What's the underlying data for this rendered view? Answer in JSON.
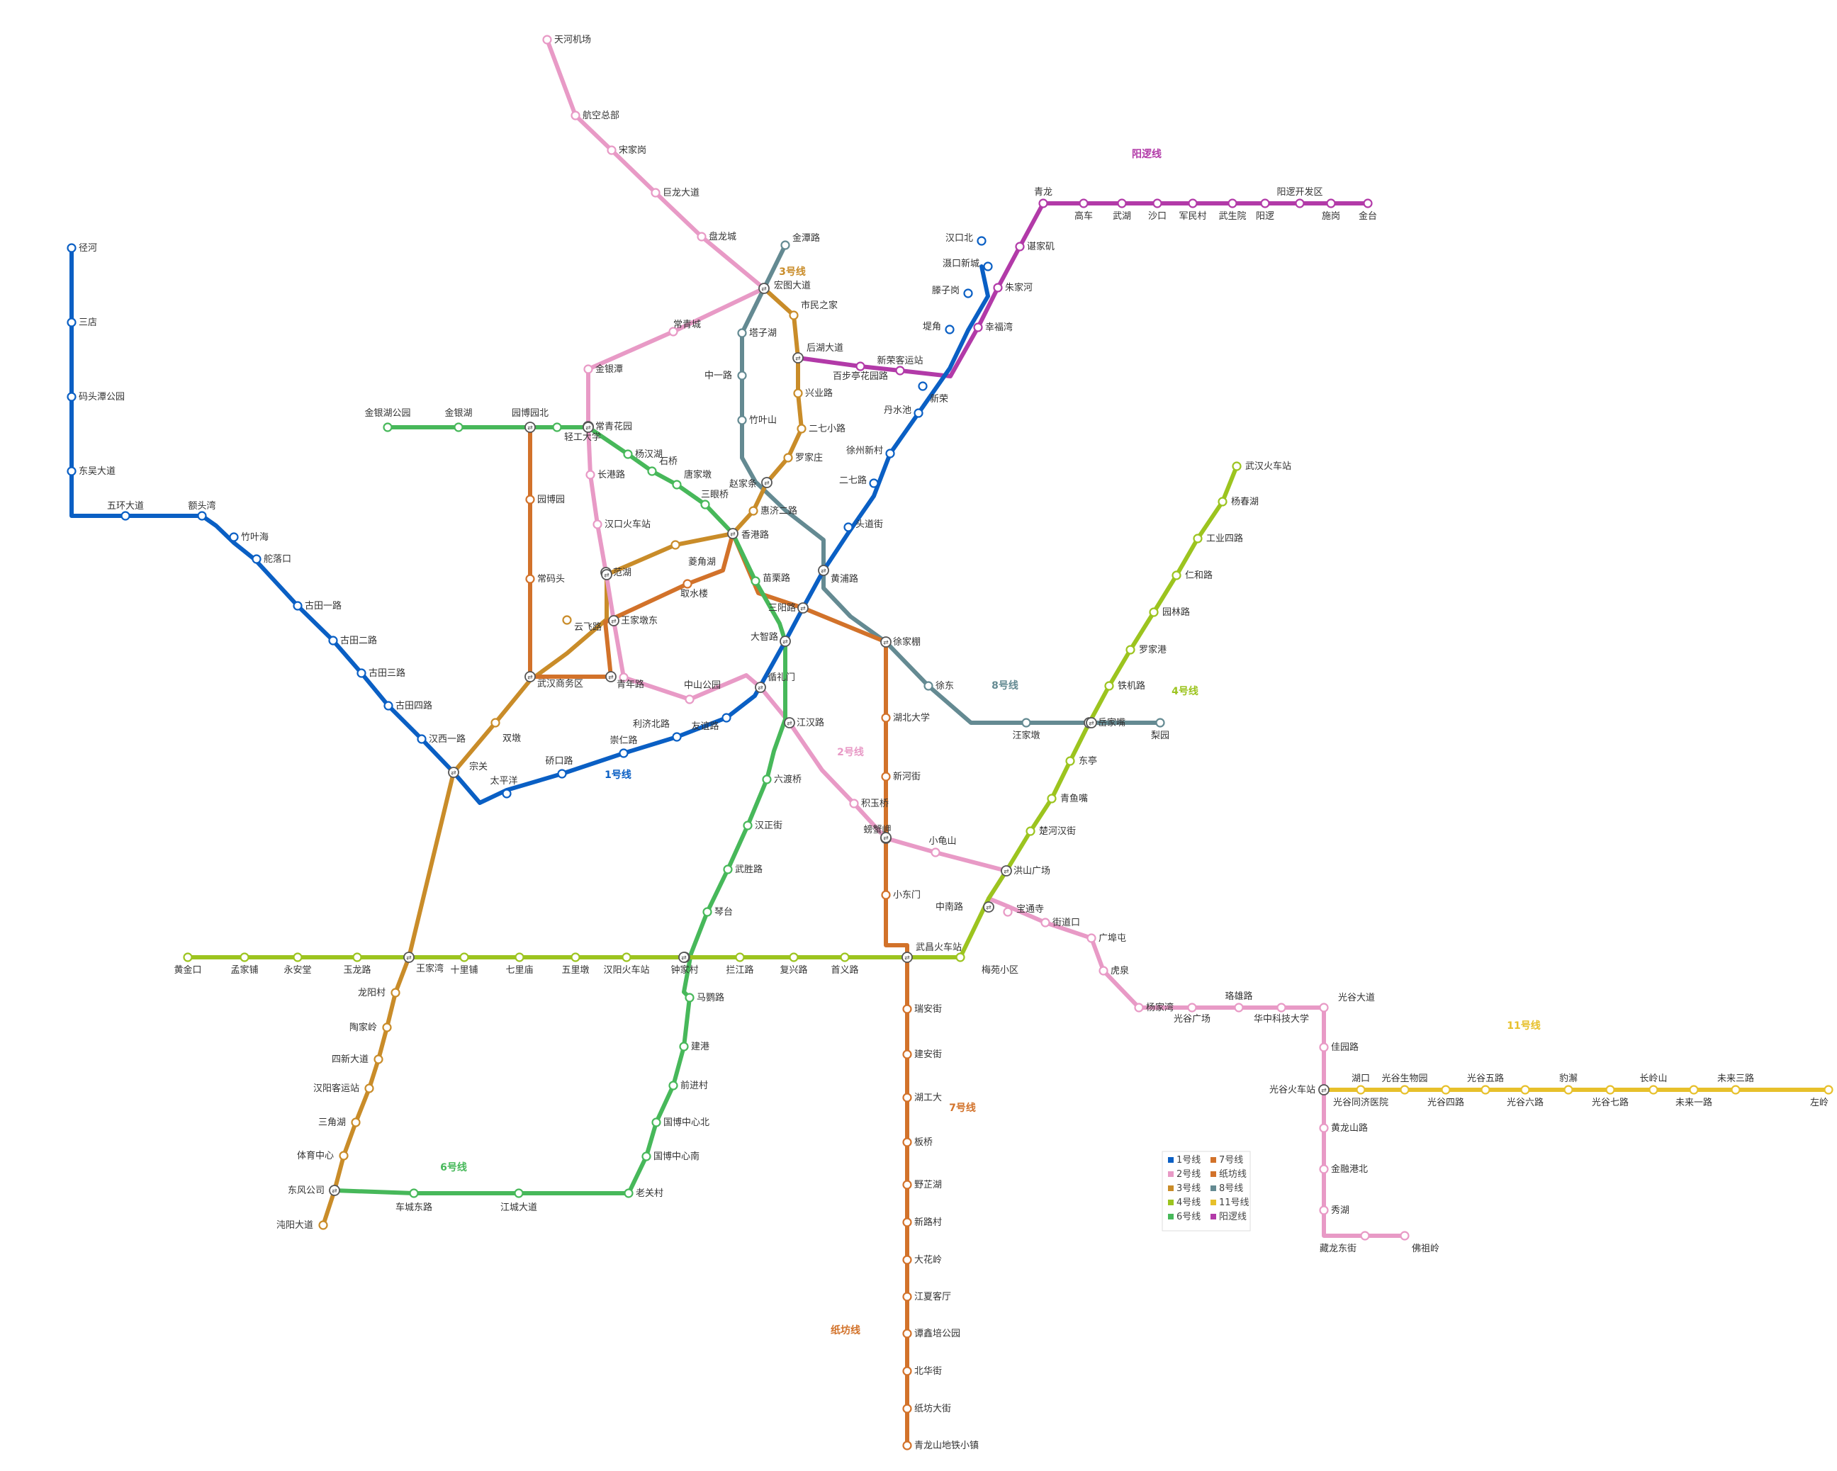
{
  "title": "",
  "colors": {
    "line1": "#0a5fc4",
    "line2": "#e89ac6",
    "line3": "#c98c29",
    "line4": "#9cc41f",
    "line6": "#47b85a",
    "line7": "#d2722a",
    "line8": "#648a92",
    "line11": "#e7c02b",
    "zhifang": "#d2722a",
    "yangluo": "#b23aa8",
    "station_fill": "#ffffff"
  },
  "icons": {
    "interchange": "interchange-icon",
    "station": "station-icon"
  },
  "legend": [
    {
      "id": "line1",
      "label": "1号线"
    },
    {
      "id": "line7",
      "label": "7号线"
    },
    {
      "id": "line2",
      "label": "2号线"
    },
    {
      "id": "zhifang",
      "label": "纸坊线"
    },
    {
      "id": "line3",
      "label": "3号线"
    },
    {
      "id": "line8",
      "label": "8号线"
    },
    {
      "id": "line4",
      "label": "4号线"
    },
    {
      "id": "line11",
      "label": "11号线"
    },
    {
      "id": "line6",
      "label": "6号线"
    },
    {
      "id": "yangluo",
      "label": "阳逻线"
    }
  ],
  "lines": [
    {
      "id": "line1",
      "name": "1号线"
    },
    {
      "id": "line2",
      "name": "2号线"
    },
    {
      "id": "line3",
      "name": "3号线"
    },
    {
      "id": "line4",
      "name": "4号线"
    },
    {
      "id": "line6",
      "name": "6号线"
    },
    {
      "id": "line7",
      "name": "7号线"
    },
    {
      "id": "line8",
      "name": "8号线"
    },
    {
      "id": "line11",
      "name": "11号线"
    },
    {
      "id": "zhifang",
      "name": "纸坊线"
    },
    {
      "id": "yangluo",
      "name": "阳逻线"
    }
  ],
  "stations": {
    "line1": [
      "径河",
      "三店",
      "码头潭公园",
      "东吴大道",
      "五环大道",
      "额头湾",
      "竹叶海",
      "舵落口",
      "古田一路",
      "古田二路",
      "古田三路",
      "古田四路",
      "汉西一路",
      "宗关",
      "太平洋",
      "硚口路",
      "崇仁路",
      "利济北路",
      "友谊路",
      "循礼门",
      "大智路",
      "三阳路",
      "黄浦路",
      "头道街",
      "二七路",
      "徐州新村",
      "丹水池",
      "新荣",
      "堤角",
      "滕子岗",
      "滠口新城",
      "汉口北"
    ],
    "line2": [
      "天河机场",
      "航空总部",
      "宋家岗",
      "巨龙大道",
      "盘龙城",
      "宏图大道",
      "常青城",
      "金银潭",
      "常青花园",
      "长港路",
      "汉口火车站",
      "范湖",
      "王家墩东",
      "青年路",
      "中山公园",
      "循礼门",
      "江汉路",
      "积玉桥",
      "螃蟹岬",
      "小龟山",
      "洪山广场",
      "中南路",
      "宝通寺",
      "街道口",
      "广埠屯",
      "虎泉",
      "杨家湾",
      "光谷广场",
      "珞雄路",
      "华中科技大学",
      "光谷大道",
      "佳园路",
      "光谷火车站",
      "黄龙山路",
      "金融港北",
      "秀湖",
      "藏龙东街",
      "佛祖岭"
    ],
    "line3": [
      "宏图大道",
      "市民之家",
      "后湖大道",
      "兴业路",
      "二七小路",
      "罗家庄",
      "赵家条",
      "惠济二路",
      "香港路",
      "菱角湖",
      "范湖",
      "云飞路",
      "武汉商务区",
      "双墩",
      "宗关",
      "王家湾",
      "龙阳村",
      "陶家岭",
      "四新大道",
      "汉阳客运站",
      "三角湖",
      "体育中心",
      "东风公司",
      "沌阳大道"
    ],
    "line4": [
      "武汉火车站",
      "杨春湖",
      "工业四路",
      "仁和路",
      "园林路",
      "罗家港",
      "铁机路",
      "岳家嘴",
      "东亭",
      "青鱼嘴",
      "楚河汉街",
      "洪山广场",
      "中南路",
      "梅苑小区",
      "武昌火车站",
      "首义路",
      "复兴路",
      "拦江路",
      "钟家村",
      "汉阳火车站",
      "五里墩",
      "七里庙",
      "十里铺",
      "王家湾",
      "玉龙路",
      "永安堂",
      "孟家铺",
      "黄金口"
    ],
    "line6": [
      "金银湖公园",
      "金银湖",
      "园博园北",
      "轻工大学",
      "常青花园",
      "杨汉湖",
      "石桥",
      "唐家墩",
      "三眼桥",
      "香港路",
      "苗栗路",
      "大智路",
      "江汉路",
      "六渡桥",
      "汉正街",
      "武胜路",
      "琴台",
      "钟家村",
      "马鹦路",
      "建港",
      "前进村",
      "国博中心北",
      "国博中心南",
      "老关村",
      "江城大道",
      "车城东路",
      "东风公司"
    ],
    "line7": [
      "园博园北",
      "园博园",
      "常码头",
      "武汉商务区",
      "王家墩东",
      "取水楼",
      "香港路",
      "三阳路",
      "徐家棚",
      "湖北大学",
      "新河街",
      "螃蟹岬",
      "小东门",
      "武昌火车站"
    ],
    "zhifang": [
      "武昌火车站",
      "瑞安街",
      "建安街",
      "湖工大",
      "板桥",
      "野芷湖",
      "新路村",
      "大花岭",
      "江夏客厅",
      "谭鑫培公园",
      "北华街",
      "纸坊大街",
      "青龙山地铁小镇"
    ],
    "line8": [
      "金潭路",
      "塔子湖",
      "中一路",
      "竹叶山",
      "赵家条",
      "黄浦路",
      "徐家棚",
      "徐东",
      "汪家墩",
      "岳家嘴",
      "梨园"
    ],
    "line11": [
      "光谷火车站",
      "光谷同济医院",
      "湖口",
      "光谷生物园",
      "光谷四路",
      "光谷五路",
      "光谷六路",
      "豹澥",
      "光谷七路",
      "长岭山",
      "未来一路",
      "未来三路",
      "左岭"
    ],
    "yangluo": [
      "后湖大道",
      "百步亭花园路",
      "新荣客运站",
      "幸福湾",
      "朱家河",
      "谌家矶",
      "青龙",
      "高车",
      "武湖",
      "沙口",
      "军民村",
      "武生院",
      "阳逻",
      "阳逻开发区",
      "施岗",
      "金台"
    ]
  }
}
